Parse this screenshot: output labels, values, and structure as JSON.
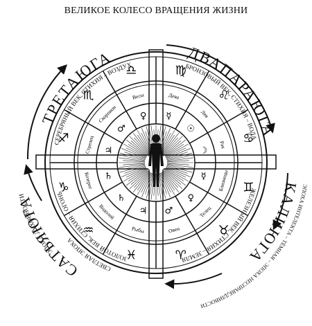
{
  "title": "ВЕЛИКОЕ КОЛЕСО ВРАЩЕНИЯ ЖИЗНИ",
  "yugas": {
    "treta": {
      "name": "ТРЕТАЮГА",
      "sub1": "СЕРЕБРЯНЫЙ ВЕК, СТИХИЯ – ВОЗДУХ"
    },
    "dvapara": {
      "name": "ДВАПАРАЮГА",
      "sub1": "БРОНЗОВЫЙ ВЕК, СТИХИЯ – ВОДА"
    },
    "kali": {
      "name": "КАЛИЮГА",
      "sub1": "ЖЕЛЕЗНЫЙ ВЕК, СТИХИЯ – ЗЕМЛЯ",
      "sub2": "ЭПОХА ИНТЕЛЕКТА – ТЁМНАЯ – ЭПОХА НЕСПРАВЕДЛИВОСТИ"
    },
    "satya": {
      "name": "САТЬЯЮГА",
      "sub1": "ЗОЛОТОЙ ВЕК, СТИХИЯ – ОГОНЬ",
      "sub2": "СВЕТЛАЯ ЭПОХА",
      "sub3": "ЭПОХА ДУХОВНОСТИ"
    }
  },
  "zodiac": [
    {
      "name": "Дева",
      "glyph": "♍"
    },
    {
      "name": "Лев",
      "glyph": "♌"
    },
    {
      "name": "Рак",
      "glyph": "♋"
    },
    {
      "name": "Близнецы",
      "glyph": "♊"
    },
    {
      "name": "Телец",
      "glyph": "♉"
    },
    {
      "name": "Овен",
      "glyph": "♈"
    },
    {
      "name": "Рыбы",
      "glyph": "♓"
    },
    {
      "name": "Водолей",
      "glyph": "♒"
    },
    {
      "name": "Козерог",
      "glyph": "♑"
    },
    {
      "name": "Стрелец",
      "glyph": "♐"
    },
    {
      "name": "Скорпион",
      "glyph": "♏"
    },
    {
      "name": "Весы",
      "glyph": "♎"
    }
  ],
  "planets": [
    "☿",
    "☉",
    "☽",
    "☿",
    "♀",
    "♂",
    "♃",
    "♄",
    "♄",
    "♃",
    "♂",
    "♀"
  ]
}
